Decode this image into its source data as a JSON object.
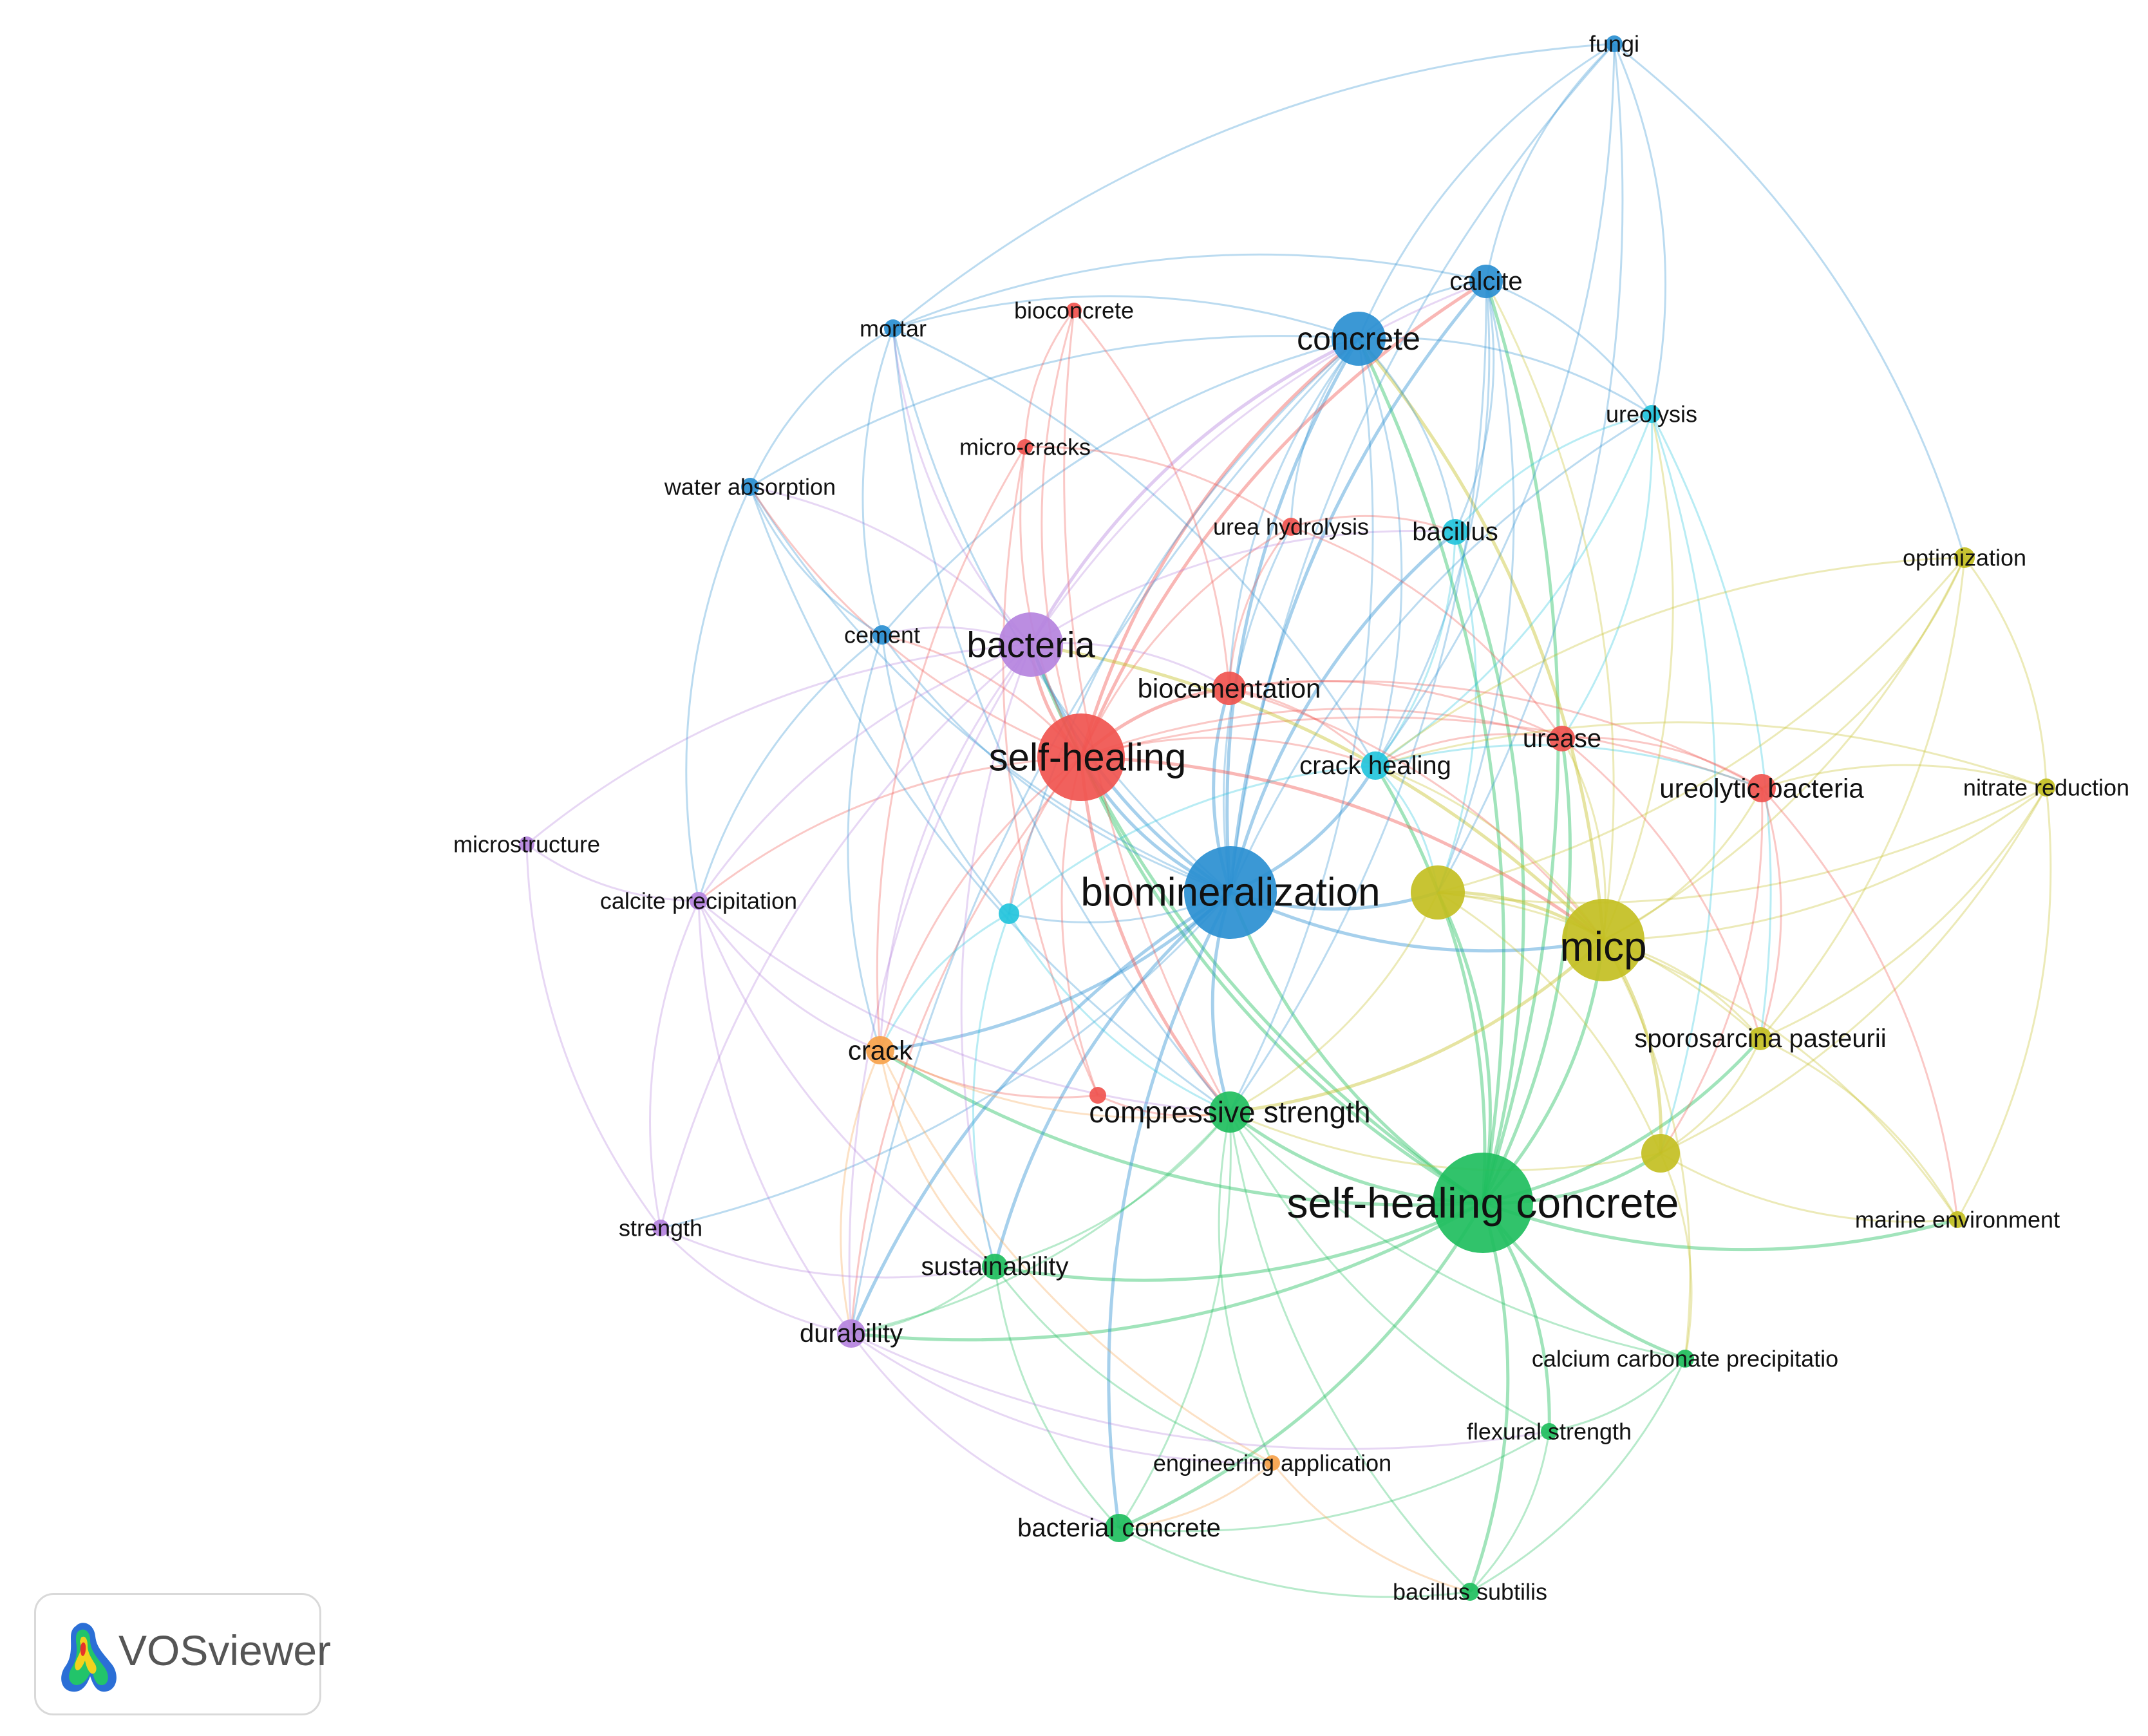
{
  "app": {
    "logo_text": "VOSviewer"
  },
  "colors": {
    "red": "#f0544f",
    "green": "#1fbe5e",
    "blue": "#2a8fd1",
    "yellow": "#c3bf22",
    "purple": "#b583de",
    "cyan": "#23c4dc",
    "orange": "#f7a24a"
  },
  "network": {
    "nodes": [
      {
        "id": "self-healing concrete",
        "label": "self-healing concrete",
        "cluster": "green"
      },
      {
        "id": "biomineralization",
        "label": "biomineralization",
        "cluster": "blue"
      },
      {
        "id": "self-healing",
        "label": "self-healing",
        "cluster": "red"
      },
      {
        "id": "micp",
        "label": "micp",
        "cluster": "yellow"
      },
      {
        "id": "bacteria",
        "label": "bacteria",
        "cluster": "purple"
      },
      {
        "id": "concrete",
        "label": "concrete",
        "cluster": "blue"
      },
      {
        "id": "calcite",
        "label": "calcite",
        "cluster": "blue"
      },
      {
        "id": "fungi",
        "label": "fungi",
        "cluster": "blue"
      },
      {
        "id": "mortar",
        "label": "mortar",
        "cluster": "blue"
      },
      {
        "id": "bioconcrete",
        "label": "bioconcrete",
        "cluster": "red"
      },
      {
        "id": "ureolysis",
        "label": "ureolysis",
        "cluster": "cyan"
      },
      {
        "id": "micro-cracks",
        "label": "micro-cracks",
        "cluster": "red"
      },
      {
        "id": "water absorption",
        "label": "water absorption",
        "cluster": "blue"
      },
      {
        "id": "urea hydrolysis",
        "label": "urea hydrolysis",
        "cluster": "red"
      },
      {
        "id": "bacillus",
        "label": "bacillus",
        "cluster": "cyan"
      },
      {
        "id": "optimization",
        "label": "optimization",
        "cluster": "yellow"
      },
      {
        "id": "cement",
        "label": "cement",
        "cluster": "blue"
      },
      {
        "id": "biocementation",
        "label": "biocementation",
        "cluster": "red"
      },
      {
        "id": "urease",
        "label": "urease",
        "cluster": "red"
      },
      {
        "id": "crack healing",
        "label": "crack healing",
        "cluster": "cyan"
      },
      {
        "id": "ureolytic bacteria",
        "label": "ureolytic bacteria",
        "cluster": "red"
      },
      {
        "id": "nitrate reduction",
        "label": "nitrate reduction",
        "cluster": "yellow"
      },
      {
        "id": "microstructure",
        "label": "microstructure",
        "cluster": "purple"
      },
      {
        "id": "calcite precipitation",
        "label": "calcite precipitation",
        "cluster": "purple"
      },
      {
        "id": "unlabeled-cyan",
        "label": "",
        "cluster": "cyan"
      },
      {
        "id": "unlabeled-yellow-1",
        "label": "",
        "cluster": "yellow"
      },
      {
        "id": "unlabeled-yellow-2",
        "label": "",
        "cluster": "yellow"
      },
      {
        "id": "unlabeled-red",
        "label": "",
        "cluster": "red"
      },
      {
        "id": "sporosarcina pasteurii",
        "label": "sporosarcina pasteurii",
        "cluster": "yellow"
      },
      {
        "id": "crack",
        "label": "crack",
        "cluster": "orange"
      },
      {
        "id": "compressive strength",
        "label": "compressive strength",
        "cluster": "green"
      },
      {
        "id": "marine environment",
        "label": "marine environment",
        "cluster": "yellow"
      },
      {
        "id": "strength",
        "label": "strength",
        "cluster": "purple"
      },
      {
        "id": "sustainability",
        "label": "sustainability",
        "cluster": "green"
      },
      {
        "id": "durability",
        "label": "durability",
        "cluster": "purple"
      },
      {
        "id": "calcium carbonate precipitatio",
        "label": "calcium carbonate precipitatio",
        "cluster": "green"
      },
      {
        "id": "flexural strength",
        "label": "flexural strength",
        "cluster": "green"
      },
      {
        "id": "engineering application",
        "label": "engineering application",
        "cluster": "orange"
      },
      {
        "id": "bacterial concrete",
        "label": "bacterial concrete",
        "cluster": "green"
      },
      {
        "id": "bacillus subtilis",
        "label": "bacillus subtilis",
        "cluster": "green"
      }
    ],
    "links": [
      [
        "self-healing concrete",
        "biomineralization"
      ],
      [
        "self-healing concrete",
        "self-healing"
      ],
      [
        "self-healing concrete",
        "micp"
      ],
      [
        "self-healing concrete",
        "bacteria"
      ],
      [
        "self-healing concrete",
        "concrete"
      ],
      [
        "self-healing concrete",
        "compressive strength"
      ],
      [
        "self-healing concrete",
        "sustainability"
      ],
      [
        "self-healing concrete",
        "bacterial concrete"
      ],
      [
        "self-healing concrete",
        "flexural strength"
      ],
      [
        "self-healing concrete",
        "bacillus subtilis"
      ],
      [
        "self-healing concrete",
        "calcium carbonate precipitatio"
      ],
      [
        "self-healing concrete",
        "unlabeled-yellow-2"
      ],
      [
        "self-healing concrete",
        "sporosarcina pasteurii"
      ],
      [
        "self-healing concrete",
        "unlabeled-yellow-1"
      ],
      [
        "self-healing concrete",
        "crack healing"
      ],
      [
        "self-healing concrete",
        "durability"
      ],
      [
        "self-healing concrete",
        "marine environment"
      ],
      [
        "self-healing concrete",
        "urease"
      ],
      [
        "self-healing concrete",
        "calcite"
      ],
      [
        "self-healing concrete",
        "crack"
      ],
      [
        "self-healing concrete",
        "bacillus"
      ],
      [
        "biomineralization",
        "self-healing"
      ],
      [
        "biomineralization",
        "micp"
      ],
      [
        "biomineralization",
        "bacteria"
      ],
      [
        "biomineralization",
        "concrete"
      ],
      [
        "biomineralization",
        "calcite"
      ],
      [
        "biomineralization",
        "bacillus"
      ],
      [
        "biomineralization",
        "compressive strength"
      ],
      [
        "biomineralization",
        "unlabeled-yellow-1"
      ],
      [
        "biomineralization",
        "unlabeled-cyan"
      ],
      [
        "biomineralization",
        "crack"
      ],
      [
        "biomineralization",
        "crack healing"
      ],
      [
        "biomineralization",
        "sustainability"
      ],
      [
        "biomineralization",
        "durability"
      ],
      [
        "biomineralization",
        "ureolysis"
      ],
      [
        "biomineralization",
        "fungi"
      ],
      [
        "biomineralization",
        "biocementation"
      ],
      [
        "biomineralization",
        "urea hydrolysis"
      ],
      [
        "biomineralization",
        "mortar"
      ],
      [
        "biomineralization",
        "cement"
      ],
      [
        "biomineralization",
        "water absorption"
      ],
      [
        "biomineralization",
        "strength"
      ],
      [
        "biomineralization",
        "bacterial concrete"
      ],
      [
        "self-healing",
        "bacteria"
      ],
      [
        "self-healing",
        "concrete"
      ],
      [
        "self-healing",
        "micp"
      ],
      [
        "self-healing",
        "biocementation"
      ],
      [
        "self-healing",
        "urea hydrolysis"
      ],
      [
        "self-healing",
        "micro-cracks"
      ],
      [
        "self-healing",
        "bioconcrete"
      ],
      [
        "self-healing",
        "crack"
      ],
      [
        "self-healing",
        "calcite precipitation"
      ],
      [
        "self-healing",
        "cement"
      ],
      [
        "self-healing",
        "urease"
      ],
      [
        "self-healing",
        "ureolytic bacteria"
      ],
      [
        "self-healing",
        "compressive strength"
      ],
      [
        "self-healing",
        "unlabeled-red"
      ],
      [
        "self-healing",
        "unlabeled-cyan"
      ],
      [
        "self-healing",
        "crack healing"
      ],
      [
        "self-healing",
        "durability"
      ],
      [
        "self-healing",
        "calcite"
      ],
      [
        "self-healing",
        "water absorption"
      ],
      [
        "micp",
        "unlabeled-yellow-1"
      ],
      [
        "micp",
        "sporosarcina pasteurii"
      ],
      [
        "micp",
        "unlabeled-yellow-2"
      ],
      [
        "micp",
        "optimization"
      ],
      [
        "micp",
        "nitrate reduction"
      ],
      [
        "micp",
        "ureolytic bacteria"
      ],
      [
        "micp",
        "urease"
      ],
      [
        "micp",
        "ureolysis"
      ],
      [
        "micp",
        "crack healing"
      ],
      [
        "micp",
        "bacteria"
      ],
      [
        "micp",
        "marine environment"
      ],
      [
        "micp",
        "compressive strength"
      ],
      [
        "micp",
        "calcite"
      ],
      [
        "micp",
        "concrete"
      ],
      [
        "micp",
        "calcium carbonate precipitatio"
      ],
      [
        "bacteria",
        "concrete"
      ],
      [
        "bacteria",
        "calcite"
      ],
      [
        "bacteria",
        "cement"
      ],
      [
        "bacteria",
        "mortar"
      ],
      [
        "bacteria",
        "water absorption"
      ],
      [
        "bacteria",
        "microstructure"
      ],
      [
        "bacteria",
        "calcite precipitation"
      ],
      [
        "bacteria",
        "strength"
      ],
      [
        "bacteria",
        "durability"
      ],
      [
        "bacteria",
        "biocementation"
      ],
      [
        "bacteria",
        "crack"
      ],
      [
        "bacteria",
        "bacillus"
      ],
      [
        "bacteria",
        "sustainability"
      ],
      [
        "concrete",
        "calcite"
      ],
      [
        "concrete",
        "fungi"
      ],
      [
        "concrete",
        "ureolysis"
      ],
      [
        "concrete",
        "bacillus"
      ],
      [
        "concrete",
        "crack healing"
      ],
      [
        "concrete",
        "mortar"
      ],
      [
        "concrete",
        "water absorption"
      ],
      [
        "concrete",
        "cement"
      ],
      [
        "concrete",
        "biocementation"
      ],
      [
        "concrete",
        "urea hydrolysis"
      ],
      [
        "concrete",
        "compressive strength"
      ],
      [
        "concrete",
        "durability"
      ],
      [
        "concrete",
        "unlabeled-cyan"
      ],
      [
        "calcite",
        "fungi"
      ],
      [
        "calcite",
        "ureolysis"
      ],
      [
        "calcite",
        "bacillus"
      ],
      [
        "calcite",
        "crack healing"
      ],
      [
        "calcite",
        "mortar"
      ],
      [
        "calcite",
        "unlabeled-yellow-1"
      ],
      [
        "calcite",
        "compressive strength"
      ],
      [
        "fungi",
        "ureolysis"
      ],
      [
        "fungi",
        "mortar"
      ],
      [
        "fungi",
        "unlabeled-yellow-1"
      ],
      [
        "fungi",
        "optimization"
      ],
      [
        "fungi",
        "crack healing"
      ],
      [
        "mortar",
        "water absorption"
      ],
      [
        "mortar",
        "cement"
      ],
      [
        "mortar",
        "crack healing"
      ],
      [
        "mortar",
        "compressive strength"
      ],
      [
        "water absorption",
        "cement"
      ],
      [
        "water absorption",
        "calcite precipitation"
      ],
      [
        "water absorption",
        "compressive strength"
      ],
      [
        "bioconcrete",
        "micro-cracks"
      ],
      [
        "bioconcrete",
        "biocementation"
      ],
      [
        "bioconcrete",
        "compressive strength"
      ],
      [
        "micro-cracks",
        "urea hydrolysis"
      ],
      [
        "micro-cracks",
        "crack"
      ],
      [
        "micro-cracks",
        "unlabeled-red"
      ],
      [
        "urea hydrolysis",
        "urease"
      ],
      [
        "urea hydrolysis",
        "biocementation"
      ],
      [
        "urea hydrolysis",
        "bacillus"
      ],
      [
        "bacillus",
        "crack healing"
      ],
      [
        "bacillus",
        "ureolysis"
      ],
      [
        "bacillus",
        "unlabeled-yellow-1"
      ],
      [
        "ureolysis",
        "crack healing"
      ],
      [
        "ureolysis",
        "urease"
      ],
      [
        "ureolysis",
        "sporosarcina pasteurii"
      ],
      [
        "ureolysis",
        "unlabeled-yellow-2"
      ],
      [
        "optimization",
        "sporosarcina pasteurii"
      ],
      [
        "optimization",
        "unlabeled-yellow-1"
      ],
      [
        "optimization",
        "nitrate reduction"
      ],
      [
        "optimization",
        "ureolytic bacteria"
      ],
      [
        "optimization",
        "crack healing"
      ],
      [
        "nitrate reduction",
        "unlabeled-yellow-2"
      ],
      [
        "nitrate reduction",
        "marine environment"
      ],
      [
        "nitrate reduction",
        "sporosarcina pasteurii"
      ],
      [
        "nitrate reduction",
        "ureolytic bacteria"
      ],
      [
        "nitrate reduction",
        "unlabeled-yellow-1"
      ],
      [
        "nitrate reduction",
        "crack healing"
      ],
      [
        "cement",
        "calcite precipitation"
      ],
      [
        "cement",
        "crack"
      ],
      [
        "cement",
        "unlabeled-cyan"
      ],
      [
        "biocementation",
        "urease"
      ],
      [
        "biocementation",
        "ureolytic bacteria"
      ],
      [
        "biocementation",
        "crack healing"
      ],
      [
        "biocementation",
        "micp"
      ],
      [
        "urease",
        "ureolytic bacteria"
      ],
      [
        "urease",
        "crack healing"
      ],
      [
        "urease",
        "sporosarcina pasteurii"
      ],
      [
        "crack healing",
        "ureolytic bacteria"
      ],
      [
        "crack healing",
        "unlabeled-yellow-1"
      ],
      [
        "crack healing",
        "unlabeled-cyan"
      ],
      [
        "ureolytic bacteria",
        "sporosarcina pasteurii"
      ],
      [
        "ureolytic bacteria",
        "unlabeled-yellow-2"
      ],
      [
        "ureolytic bacteria",
        "marine environment"
      ],
      [
        "microstructure",
        "calcite precipitation"
      ],
      [
        "microstructure",
        "strength"
      ],
      [
        "calcite precipitation",
        "strength"
      ],
      [
        "calcite precipitation",
        "durability"
      ],
      [
        "calcite precipitation",
        "crack"
      ],
      [
        "calcite precipitation",
        "compressive strength"
      ],
      [
        "calcite precipitation",
        "sustainability"
      ],
      [
        "unlabeled-cyan",
        "crack"
      ],
      [
        "unlabeled-cyan",
        "compressive strength"
      ],
      [
        "unlabeled-cyan",
        "sustainability"
      ],
      [
        "unlabeled-yellow-1",
        "sporosarcina pasteurii"
      ],
      [
        "unlabeled-yellow-1",
        "unlabeled-yellow-2"
      ],
      [
        "unlabeled-yellow-1",
        "compressive strength"
      ],
      [
        "unlabeled-yellow-2",
        "sporosarcina pasteurii"
      ],
      [
        "unlabeled-yellow-2",
        "marine environment"
      ],
      [
        "unlabeled-yellow-2",
        "calcium carbonate precipitatio"
      ],
      [
        "unlabeled-yellow-2",
        "compressive strength"
      ],
      [
        "unlabeled-red",
        "compressive strength"
      ],
      [
        "unlabeled-red",
        "crack"
      ],
      [
        "crack",
        "compressive strength"
      ],
      [
        "crack",
        "engineering application"
      ],
      [
        "crack",
        "durability"
      ],
      [
        "crack",
        "sustainability"
      ],
      [
        "compressive strength",
        "sustainability"
      ],
      [
        "compressive strength",
        "flexural strength"
      ],
      [
        "compressive strength",
        "bacterial concrete"
      ],
      [
        "compressive strength",
        "durability"
      ],
      [
        "compressive strength",
        "engineering application"
      ],
      [
        "compressive strength",
        "bacillus subtilis"
      ],
      [
        "compressive strength",
        "calcium carbonate precipitatio"
      ],
      [
        "strength",
        "durability"
      ],
      [
        "strength",
        "sustainability"
      ],
      [
        "sustainability",
        "durability"
      ],
      [
        "sustainability",
        "bacterial concrete"
      ],
      [
        "sustainability",
        "engineering application"
      ],
      [
        "durability",
        "bacterial concrete"
      ],
      [
        "durability",
        "flexural strength"
      ],
      [
        "durability",
        "engineering application"
      ],
      [
        "calcium carbonate precipitatio",
        "flexural strength"
      ],
      [
        "calcium carbonate precipitatio",
        "bacillus subtilis"
      ],
      [
        "flexural strength",
        "bacillus subtilis"
      ],
      [
        "flexural strength",
        "bacterial concrete"
      ],
      [
        "engineering application",
        "bacterial concrete"
      ],
      [
        "engineering application",
        "bacillus subtilis"
      ],
      [
        "bacterial concrete",
        "bacillus subtilis"
      ],
      [
        "marine environment",
        "sporosarcina pasteurii"
      ]
    ]
  }
}
